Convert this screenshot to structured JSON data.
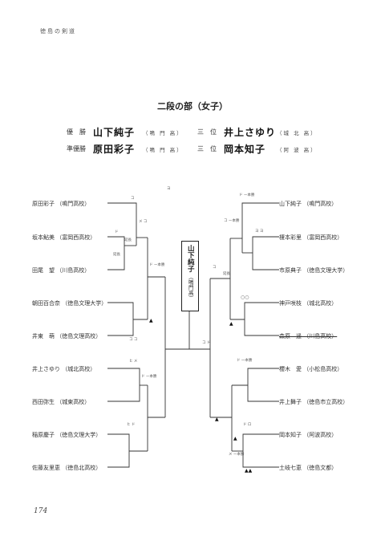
{
  "header": {
    "label": "徳島の剣道"
  },
  "title": "二段の部（女子）",
  "results": {
    "winner": {
      "label": "優　勝",
      "name": "山下純子",
      "school": "（鳴 門 高）"
    },
    "runner_up": {
      "label": "準優勝",
      "name": "原田彩子",
      "school": "（鳴 門 高）"
    },
    "third_1": {
      "label": "三　位",
      "name": "井上さゆり",
      "school": "（城 北 高）"
    },
    "third_2": {
      "label": "三　位",
      "name": "岡本知子",
      "school": "（阿 波 高）"
    }
  },
  "champion_box": {
    "name": "山下純子",
    "school": "（鳴門高）"
  },
  "left_players": [
    "原田彩子 （鳴門高校）",
    "坂本鮎美 （富岡西高校）",
    "田尾　望 （川島高校）",
    "朝田百合奈 （徳島文理大学）",
    "井東　萌 （徳島文理高校）",
    "井上さゆり （城北高校）",
    "西田弥生 （城東高校）",
    "稲原慶子 （徳島文理大学）",
    "佐藤友里恵 （徳島北高校）"
  ],
  "right_players": [
    "山下純子 （鳴門高校）",
    "榎本彩里 （富岡西高校）",
    "市原典子 （徳島文理大学）",
    "神戸咲枝 （城北高校）",
    "森原　遥 （川島高校）",
    "櫻木　愛 （小松島高校）",
    "井上舞子 （徳島市立高校）",
    "岡本知子 （阿波高校）",
    "土岐七恵 （徳島文都）"
  ],
  "notes": {
    "l1": "コ",
    "l2": "延長",
    "l3": "メ コ",
    "l4": "ド",
    "l5": "延長",
    "l6": "ド ー本勝",
    "l7": "コ コ",
    "l8": "ヒ メ",
    "l9": "ド ー本勝",
    "l10": "ヒ ド",
    "l11": "ヨ",
    "c1": "コ ド",
    "r1": "ド ー本勝",
    "r2": "コ ー本勝",
    "r3": "ヨ ヨ",
    "r4": "コ",
    "r5": "延長",
    "r6": "○○",
    "r7": "ド 一本勝",
    "r8": "ド ロ",
    "r9": "メ ー本勝"
  },
  "markers": {
    "triangle": "▲",
    "double_triangle": "▲▲"
  },
  "page_number": "174"
}
